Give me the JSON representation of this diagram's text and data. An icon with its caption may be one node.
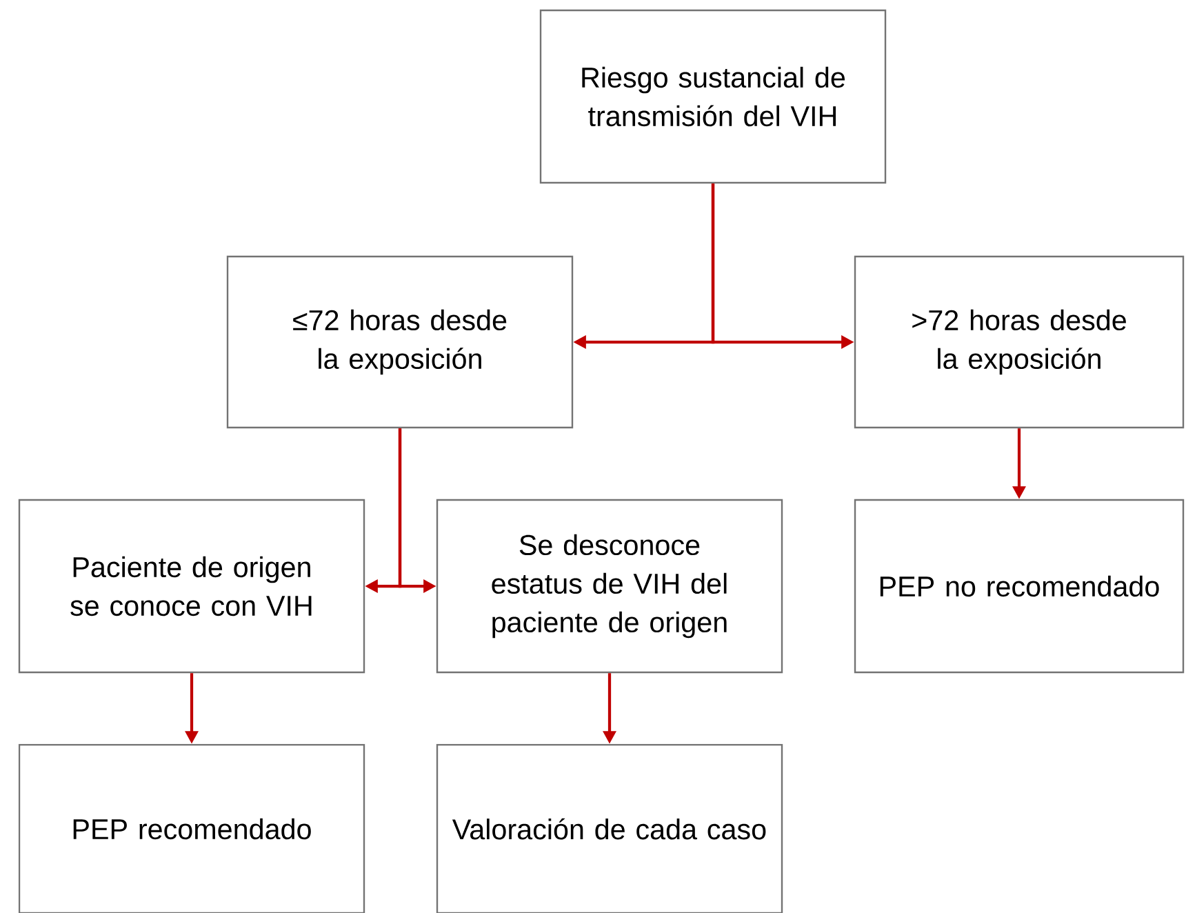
{
  "diagram": {
    "nodes": [
      {
        "text": [
          "Riesgo sustancial de transmisión del VIH"
        ]
      },
      {
        "text": [
          "≤72 horas desde la exposición"
        ]
      },
      {
        "text": [
          ">72 horas desde la exposición"
        ]
      },
      {
        "text": [
          "Paciente de origen se conoce con VIH"
        ]
      },
      {
        "text": [
          "Se desconoce estatus de VIH del paciente de origen"
        ]
      },
      {
        "text": [
          "PEP no recomendado"
        ]
      },
      {
        "text": [
          "PEP recomendado"
        ]
      },
      {
        "text": [
          "Valoración de cada caso"
        ]
      }
    ],
    "edges": [
      {
        "from": 0,
        "to": 1,
        "arrow": "to",
        "color": "#c00000"
      },
      {
        "from": 0,
        "to": 2,
        "arrow": "to",
        "color": "#c00000"
      },
      {
        "from": 1,
        "to": 3,
        "arrow": "to",
        "color": "#c00000"
      },
      {
        "from": 1,
        "to": 4,
        "arrow": "to",
        "color": "#c00000"
      },
      {
        "from": 2,
        "to": 5,
        "arrow": "to",
        "color": "#c00000"
      },
      {
        "from": 3,
        "to": 6,
        "arrow": "to",
        "color": "#c00000"
      },
      {
        "from": 4,
        "to": 7,
        "arrow": "to",
        "color": "#c00000"
      }
    ]
  }
}
